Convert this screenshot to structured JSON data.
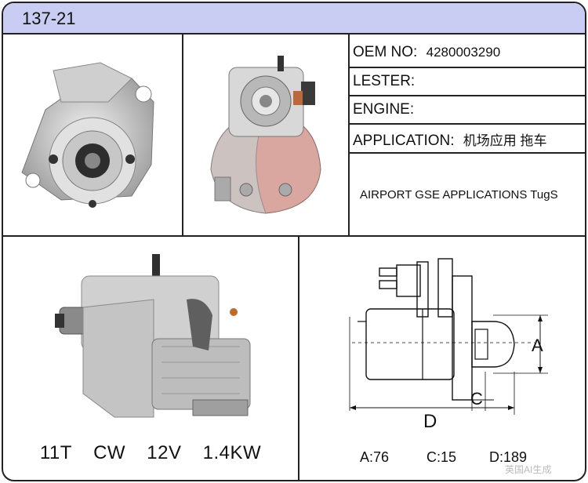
{
  "header": {
    "part_number": "137-21"
  },
  "info": {
    "oem_label": "OEM NO:",
    "oem_value": "4280003290",
    "lester_label": "LESTER:",
    "lester_value": "",
    "engine_label": "ENGINE:",
    "engine_value": "",
    "application_label": "APPLICATION:",
    "application_value": "机场应用 拖车",
    "application_text": "AIRPORT GSE APPLICATIONS TugS"
  },
  "specs": {
    "teeth": "11T",
    "rotation": "CW",
    "voltage": "12V",
    "power": "1.4KW"
  },
  "diagram": {
    "label_a": "A",
    "label_c": "C",
    "label_d": "D",
    "dim_a": "A:76",
    "dim_c": "C:15",
    "dim_d": "D:189"
  },
  "watermark": "英国AI生成",
  "colors": {
    "header_bg": "#c9cdf3",
    "border": "#222222",
    "solenoid_tint": "#d9a7a0"
  }
}
